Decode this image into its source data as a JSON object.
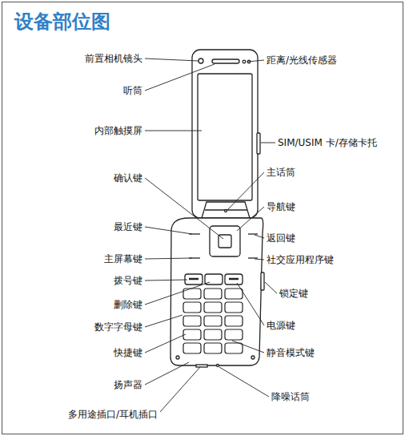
{
  "diagram": {
    "title": "设备部位图",
    "labels": [
      "前置相机镜头",
      "距离/光线传感器",
      "听筒",
      "内部触摸屏",
      "SIM/USIM 卡/存储卡托",
      "主话筒",
      "确认键",
      "导航键",
      "最近键",
      "返回键",
      "主屏幕键",
      "社交应用程序键",
      "拨号键",
      "锁定键",
      "删除键",
      "电源键",
      "数字字母键",
      "快捷键",
      "静音模式键",
      "扬声器",
      "降噪话筒",
      "多用途插口/耳机插口"
    ]
  }
}
